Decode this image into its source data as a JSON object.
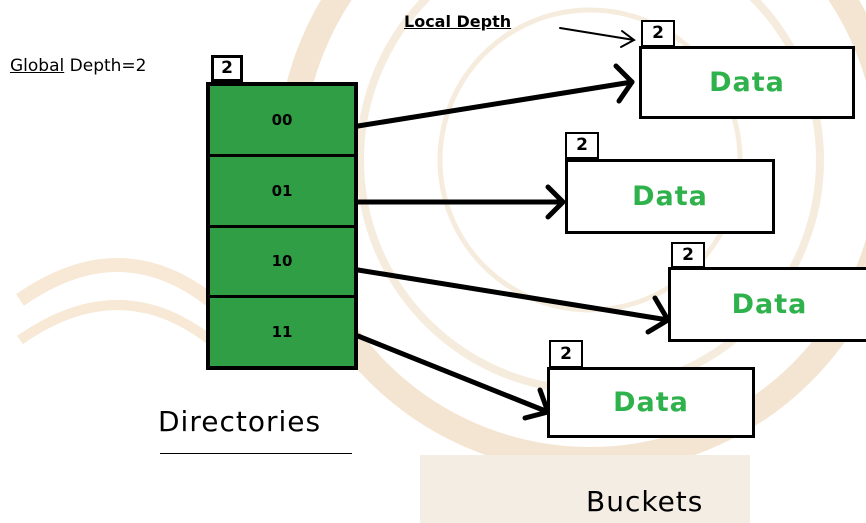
{
  "global_depth": {
    "label_prefix": "Global",
    "label_rest": " Depth",
    "label_value": "=2",
    "box_value": "2"
  },
  "local_depth_label": "Local Depth",
  "directories": {
    "entries": [
      "00",
      "01",
      "10",
      "11"
    ],
    "caption": "Directories"
  },
  "buckets": {
    "items": [
      {
        "local_depth": "2",
        "label": "Data"
      },
      {
        "local_depth": "2",
        "label": "Data"
      },
      {
        "local_depth": "2",
        "label": "Data"
      },
      {
        "local_depth": "2",
        "label": "Data"
      }
    ],
    "caption": "Buckets"
  },
  "colors": {
    "directory_fill": "#2f9e44",
    "data_text": "#2fb24c",
    "watermark": "#f2e2cc"
  }
}
